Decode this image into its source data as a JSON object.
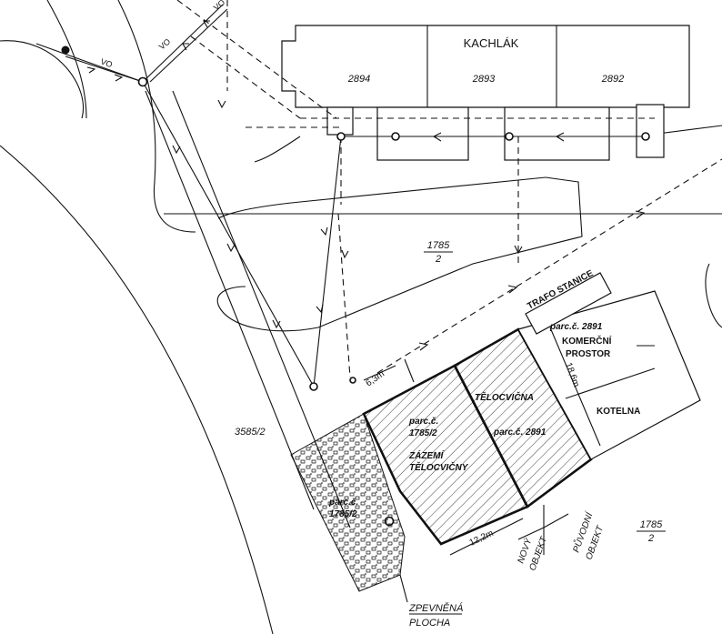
{
  "buildings": {
    "name": "KACHLÁK",
    "parcels": [
      "2894",
      "2893",
      "2892"
    ]
  },
  "parcel_labels": {
    "main_num": "1785",
    "main_den": "2",
    "right_num": "1785",
    "right_den": "2",
    "left": "3585/2"
  },
  "objects": {
    "trafo": "TRAFO STANICE",
    "parc_2891": "parc.č. 2891",
    "komercni_1": "KOMERČNÍ",
    "komercni_2": "PROSTOR",
    "kotelna": "KOTELNA",
    "telocvicna": "TĚLOCVIČNA",
    "parc_2891_b": "parc.č. 2891",
    "parc_1785_1": "parc.č.",
    "parc_1785_2": "1785/2",
    "zazemi_1": "ZÁZEMÍ",
    "zazemi_2": "TĚLOCVIČNY",
    "paved_parc_1": "parc.č.",
    "paved_parc_2": "1785/2"
  },
  "dimensions": {
    "d1": "6,3m",
    "d2": "18,6m",
    "d3": "12,2m"
  },
  "legend": {
    "novy_1": "NOVÝ",
    "novy_2": "OBJEKT",
    "puvodni_1": "PŮVODNÍ",
    "puvodni_2": "OBJEKT",
    "zpevnena_1": "ZPEVNĚNÁ",
    "zpevnena_2": "PLOCHA"
  },
  "utility_labels": {
    "vo": "VO"
  }
}
